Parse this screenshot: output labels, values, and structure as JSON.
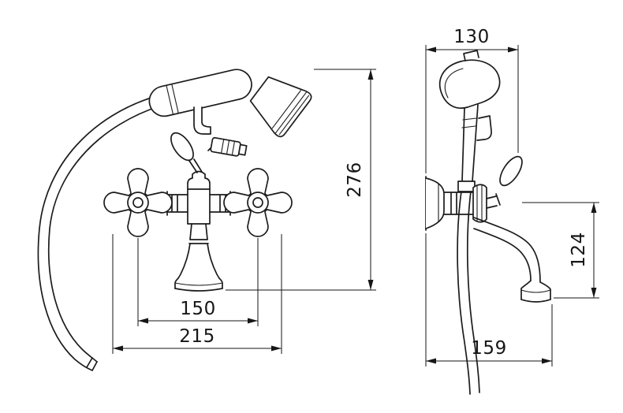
{
  "page": {
    "background": "#ffffff",
    "line_color": "#1c1c1c"
  },
  "drawing": {
    "views": {
      "front": {
        "dims": {
          "height": "276",
          "handle_spacing": "150",
          "overall_width": "215"
        }
      },
      "side": {
        "dims": {
          "top_width": "130",
          "spout_drop": "124",
          "depth": "159"
        }
      }
    }
  }
}
